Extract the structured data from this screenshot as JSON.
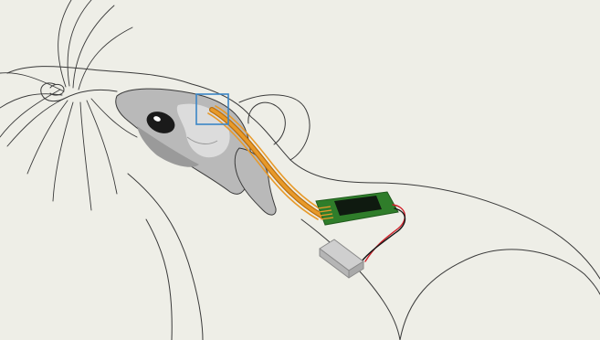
{
  "illustration": {
    "subject": "implant-on-mouse-diagram",
    "colors": {
      "background": "#eeeee7",
      "outline": "#3a3a3a",
      "skull_fill": "#b9b9b9",
      "skull_light": "#dcdcdc",
      "skull_shade": "#9a9a9a",
      "flex_cable": "#e89a2a",
      "flex_cable_edge": "#b86e10",
      "pcb_green": "#2f7d2a",
      "pcb_dark": "#0f1a10",
      "wire_red": "#d0202a",
      "wire_black": "#151515",
      "battery_fill": "#cfcfcf",
      "battery_edge": "#8a8a8a",
      "highlight_box": "#3b86c6"
    },
    "parts": [
      "mouse-outline",
      "mouse-skull",
      "flex-cable",
      "circuit-board",
      "lead-wires",
      "battery",
      "highlight-box"
    ]
  }
}
